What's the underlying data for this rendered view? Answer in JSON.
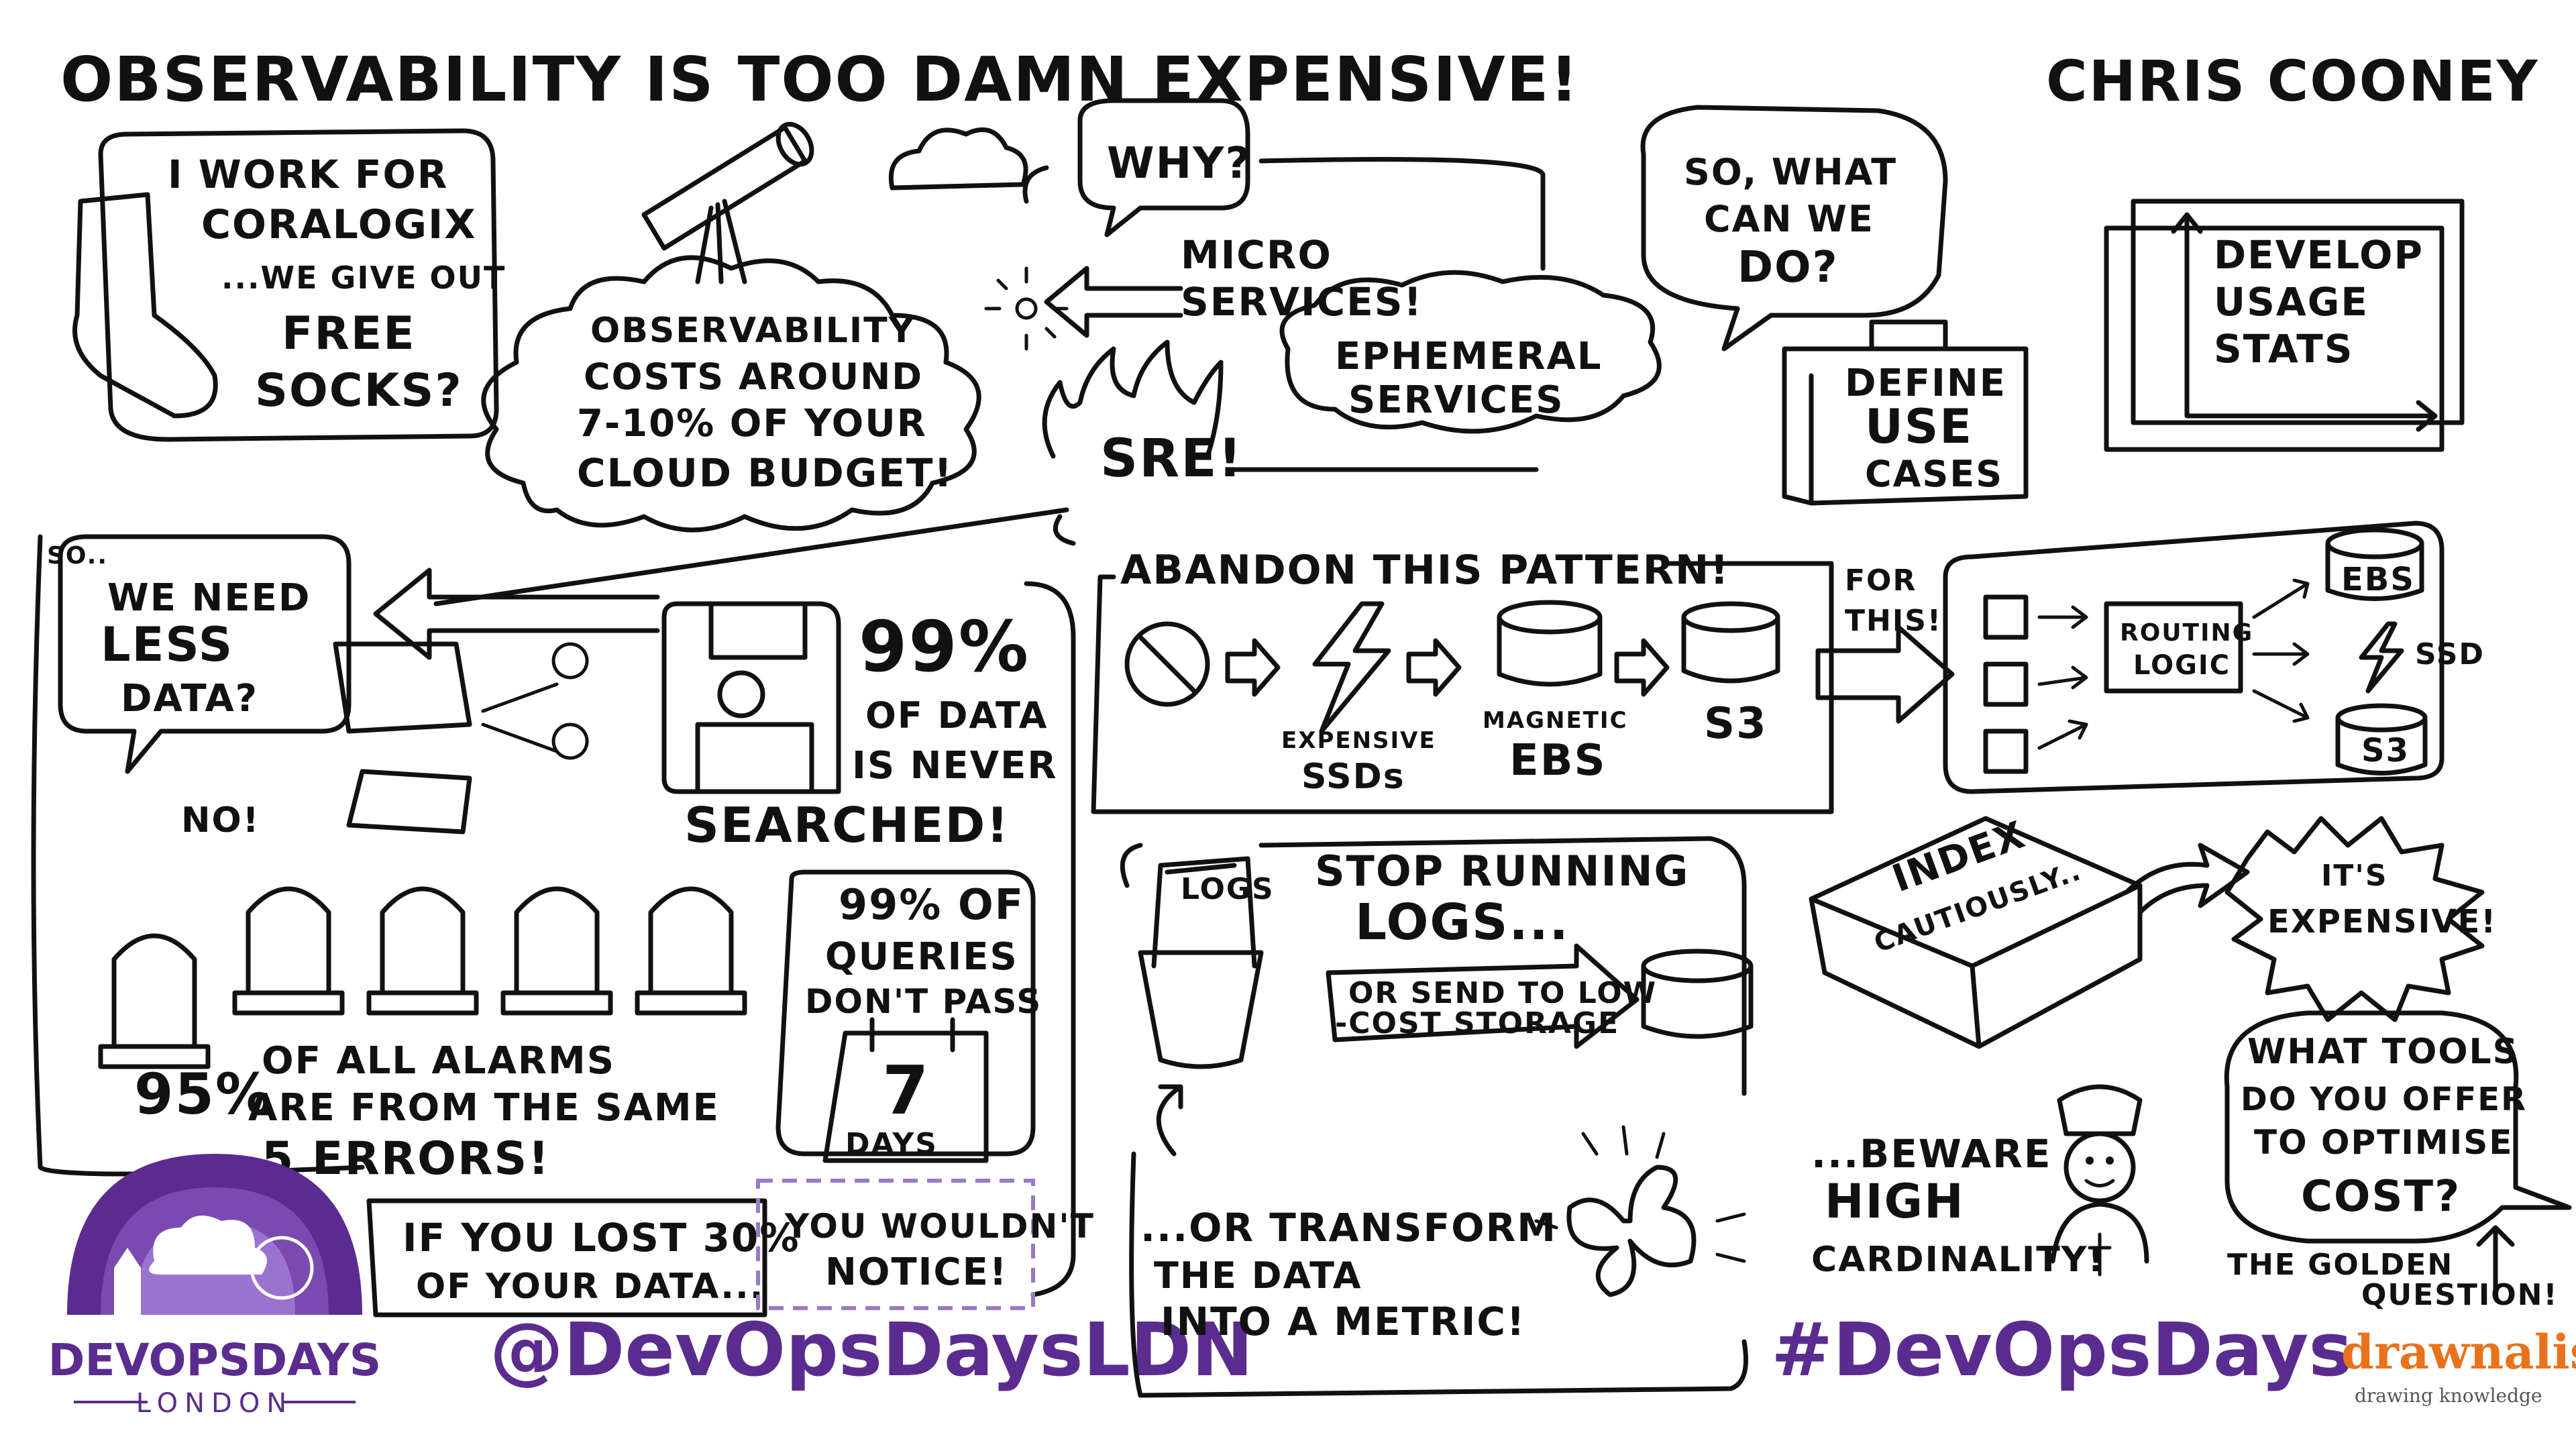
{
  "title": "OBSERVABILITY IS TOO DAMN EXPENSIVE!",
  "speaker": "CHRIS COONEY",
  "intro": {
    "line1": "I WORK FOR",
    "line2": "CORALOGIX",
    "line3": "...WE GIVE OUT",
    "line4": "FREE",
    "line5": "SOCKS?"
  },
  "cost_cloud": {
    "line1": "OBSERVABILITY",
    "line2": "COSTS AROUND",
    "line3": "7-10% OF YOUR",
    "line4": "CLOUD BUDGET!"
  },
  "why": {
    "bubble": "WHY?",
    "micro1": "MICRO",
    "micro2": "SERVICES!",
    "eph1": "EPHEMERAL",
    "eph2": "SERVICES",
    "sre": "SRE!"
  },
  "what_can": {
    "line1": "SO, WHAT",
    "line2": "CAN WE",
    "line3": "DO?"
  },
  "define": {
    "line1": "DEFINE",
    "line2": "USE",
    "line3": "CASES"
  },
  "usage": {
    "line1": "DEVELOP",
    "line2": "USAGE",
    "line3": "STATS"
  },
  "less_data": {
    "so": "SO..",
    "line1": "WE NEED",
    "line2": "LESS",
    "line3": "DATA?",
    "no": "NO!"
  },
  "searched": {
    "pct": "99%",
    "line1": "OF DATA",
    "line2": "IS NEVER",
    "line3": "SEARCHED!"
  },
  "alarms": {
    "pct": "95%",
    "line1": "OF ALL ALARMS",
    "line2": "ARE FROM THE SAME",
    "line3": "5 ERRORS!"
  },
  "queries": {
    "line1": "99% OF",
    "line2": "QUERIES",
    "line3": "DON'T PASS",
    "num": "7",
    "days": "DAYS"
  },
  "lost": {
    "line1": "IF YOU LOST 30%",
    "line2": "OF YOUR DATA...",
    "notice1": "YOU WOULDN'T",
    "notice2": "NOTICE!"
  },
  "handles": {
    "ldn": "@DevOpsDaysLDN",
    "tag": "#DevOpsDays"
  },
  "brand": {
    "name": "DEVOPSDAYS",
    "city": "LONDON",
    "drawnalism": "drawnalism",
    "tagline": "drawing knowledge"
  },
  "pattern": {
    "title": "ABANDON THIS PATTERN!",
    "ssd1": "EXPENSIVE",
    "ssd2": "SSDs",
    "ebs1": "MAGNETIC",
    "ebs2": "EBS",
    "s3": "S3",
    "for1": "FOR",
    "for2": "THIS!",
    "routing1": "ROUTING",
    "routing2": "LOGIC",
    "ebs": "EBS",
    "ssd": "SSD",
    "s3b": "S3"
  },
  "logs": {
    "label": "LOGS",
    "line1": "STOP RUNNING",
    "line2": "LOGS...",
    "send1": "OR SEND TO LOW",
    "send2": "-COST STORAGE",
    "t1": "...OR TRANSFORM",
    "t2": "THE DATA",
    "t3": "INTO A METRIC!"
  },
  "index": {
    "line1": "INDEX",
    "line2": "CAUTIOUSLY..",
    "exp1": "IT'S",
    "exp2": "EXPENSIVE!"
  },
  "beware": {
    "line1": "...BEWARE",
    "line2": "HIGH",
    "line3": "CARDINALITY!"
  },
  "tools": {
    "line1": "WHAT TOOLS",
    "line2": "DO YOU OFFER",
    "line3": "TO OPTIMISE",
    "line4": "COST?",
    "golden1": "THE GOLDEN",
    "golden2": "QUESTION!"
  },
  "colors": {
    "purple": "#5b2c8f",
    "lilac": "#9a7ac4",
    "ink": "#111111",
    "orange": "#e8731c",
    "green": "#3a9a3a"
  }
}
